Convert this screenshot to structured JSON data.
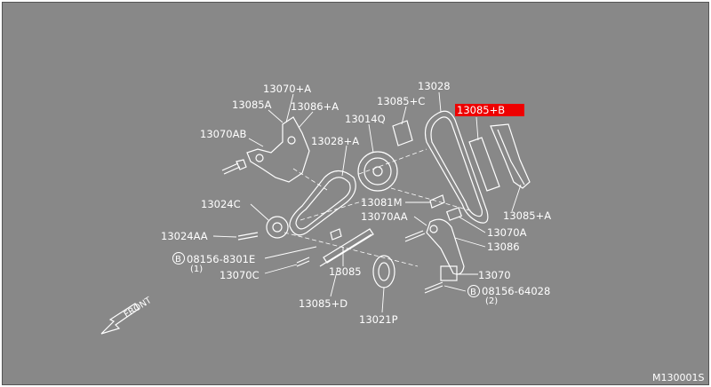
{
  "diagram_id": "M130001S",
  "highlight_color": "#ee0000",
  "background_color": "#888888",
  "front_label": "FRONT",
  "labels": {
    "l13070A_plus": "13070+A",
    "l13085A": "13085A",
    "l13086A_plus": "13086+A",
    "l13070AB": "13070AB",
    "l13028A_plus": "13028+A",
    "l13014Q": "13014Q",
    "l13085C_plus": "13085+C",
    "l13028": "13028",
    "l13085B_plus": "13085+B",
    "l13024C": "13024C",
    "l13081M": "13081M",
    "l13070AA": "13070AA",
    "l13070A": "13070A",
    "l13024AA": "13024AA",
    "l13086": "13086",
    "l13085A_plus": "13085+A",
    "b08156_8301E": "08156-8301E",
    "q1": "(1)",
    "l13070C": "13070C",
    "l13085": "13085",
    "l13070": "13070",
    "b08156_64028": "08156-64028",
    "q2": "(2)",
    "l13085D_plus": "13085+D",
    "l13021P": "13021P",
    "bolt_symbol": "B"
  }
}
